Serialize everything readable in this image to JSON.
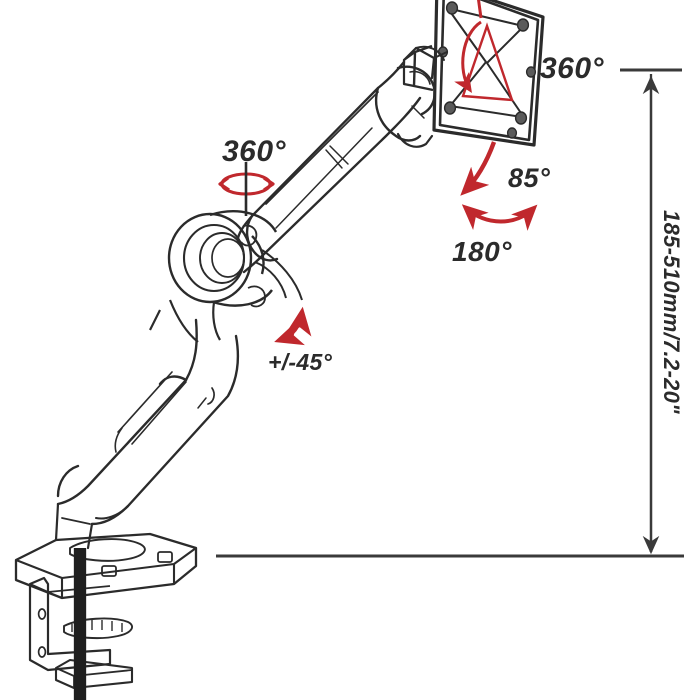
{
  "illustration": {
    "subject": "gas-spring monitor arm desk mount",
    "line_color": "#2b2b2b",
    "accent_color": "#c0282d",
    "background_color": "#ffffff"
  },
  "annotations": {
    "arm_rotation": "360°",
    "plate_rotation": "360°",
    "tilt": "85°",
    "swivel": "180°",
    "pivot": "+/-45°",
    "height_range": "185-510mm/7.2-20\""
  },
  "parts": {
    "vesa_plate": "vesa-mount-plate",
    "upper_arm": "upper-gas-spring-arm",
    "pivot_hub": "central-pivot-hub",
    "lower_arm": "lower-arm",
    "base": "desk-clamp-base",
    "clamp_screw": "clamp-screw"
  },
  "dimension_line": {
    "label": "185-510mm/7.2-20\"",
    "top_tick": "upper-extension-line",
    "bottom_tick": "lower-extension-line"
  }
}
